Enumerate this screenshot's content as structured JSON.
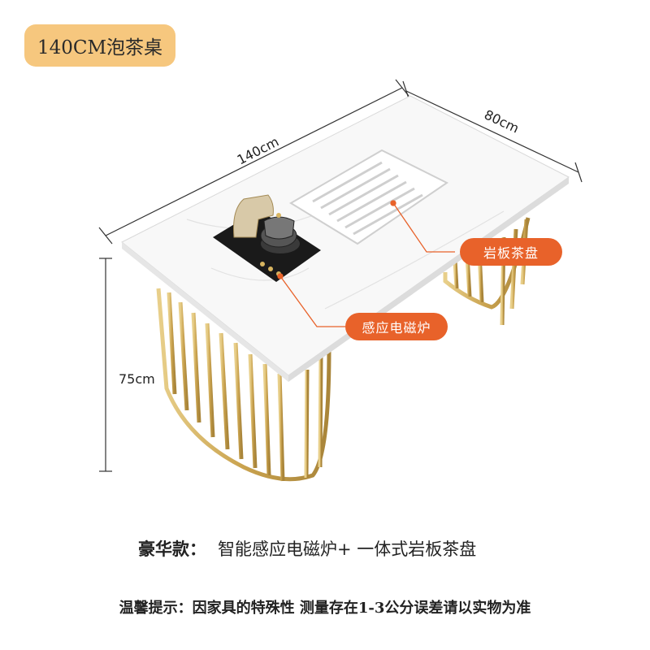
{
  "badge": {
    "text": "140CM泡茶桌"
  },
  "dimensions": {
    "length": "140cm",
    "width": "80cm",
    "height": "75cm"
  },
  "callouts": {
    "tea_tray": "岩板茶盘",
    "induction": "感应电磁炉"
  },
  "feature": {
    "label": "豪华款：",
    "text": "智能感应电磁炉+ 一体式岩板茶盘"
  },
  "note": {
    "text": "温馨提示：因家具的特殊性 测量存在1-3公分误差请以实物为准"
  },
  "colors": {
    "badge_bg": "#f6c77e",
    "callout_bg": "#e8622a",
    "gold_frame": "#c9a24e"
  }
}
